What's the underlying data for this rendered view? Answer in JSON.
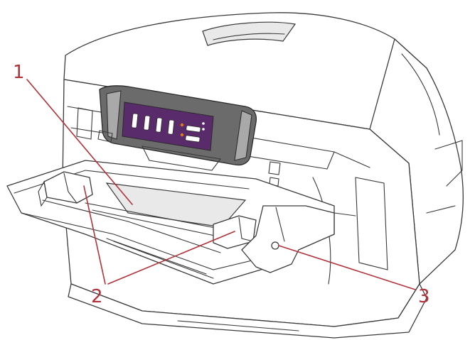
{
  "colors": {
    "callout": "#b0323a",
    "panel_accent": "#5a2b6b",
    "led": "#e07a1a",
    "outline": "#3a3a3a"
  },
  "callouts": [
    {
      "id": "callout-1",
      "label": "1"
    },
    {
      "id": "callout-2",
      "label": "2"
    },
    {
      "id": "callout-3",
      "label": "3"
    }
  ]
}
